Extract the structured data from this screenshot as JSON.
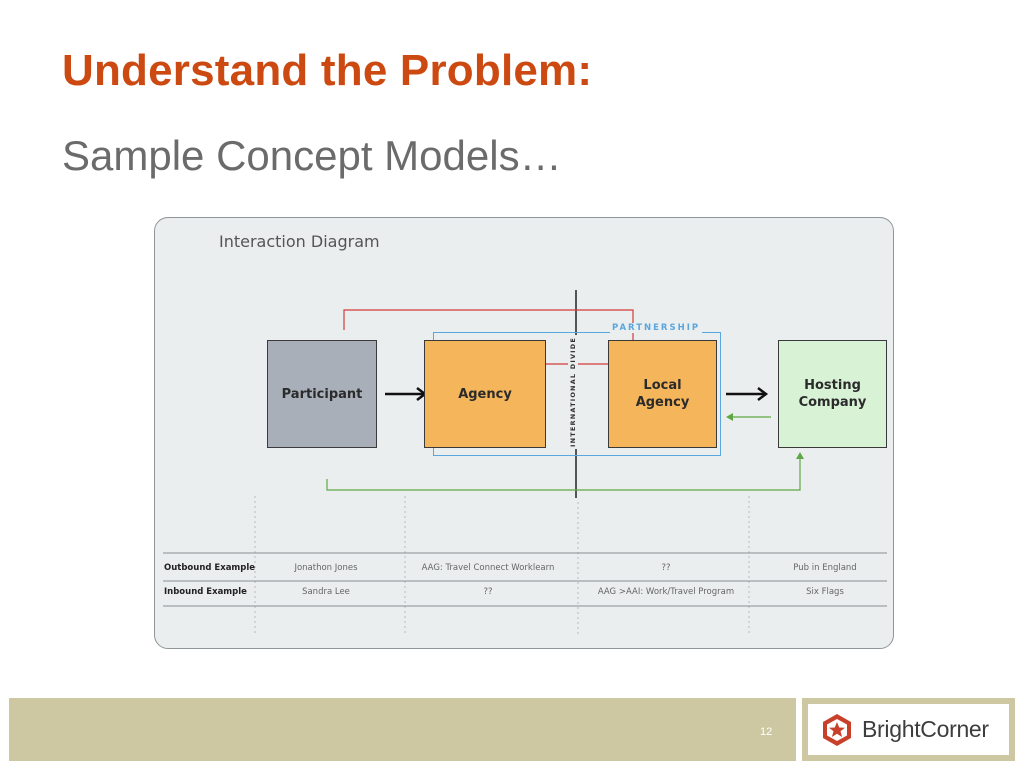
{
  "slide": {
    "title": "Understand the Problem:",
    "subtitle": "Sample Concept Models…",
    "page_number": "12"
  },
  "diagram": {
    "title": "Interaction Diagram",
    "nodes": {
      "participant": "Participant",
      "agency": "Agency",
      "local_agency": "Local\nAgency",
      "hosting_company": "Hosting\nCompany"
    },
    "partnership_label": "PARTNERSHIP",
    "divide_label": "INTERNATIONAL DIVIDE",
    "colors": {
      "participant": "#a8afb9",
      "agency": "#f4b55b",
      "hosting": "#d8f2d6",
      "partnership": "#5aa6de",
      "red_flow": "#d23a3a",
      "green_flow": "#5fa846"
    }
  },
  "table": {
    "rows": [
      {
        "label": "Outbound Example",
        "cells": [
          "Jonathon Jones",
          "AAG: Travel Connect Worklearn",
          "??",
          "Pub in England"
        ]
      },
      {
        "label": "Inbound Example",
        "cells": [
          "Sandra Lee",
          "??",
          "AAG >AAI: Work/Travel Program",
          "Six Flags"
        ]
      }
    ]
  },
  "branding": {
    "logo_text": "BrightCorner",
    "logo_icon": "bright-corner-star-icon",
    "brand_color": "#c9402a"
  }
}
